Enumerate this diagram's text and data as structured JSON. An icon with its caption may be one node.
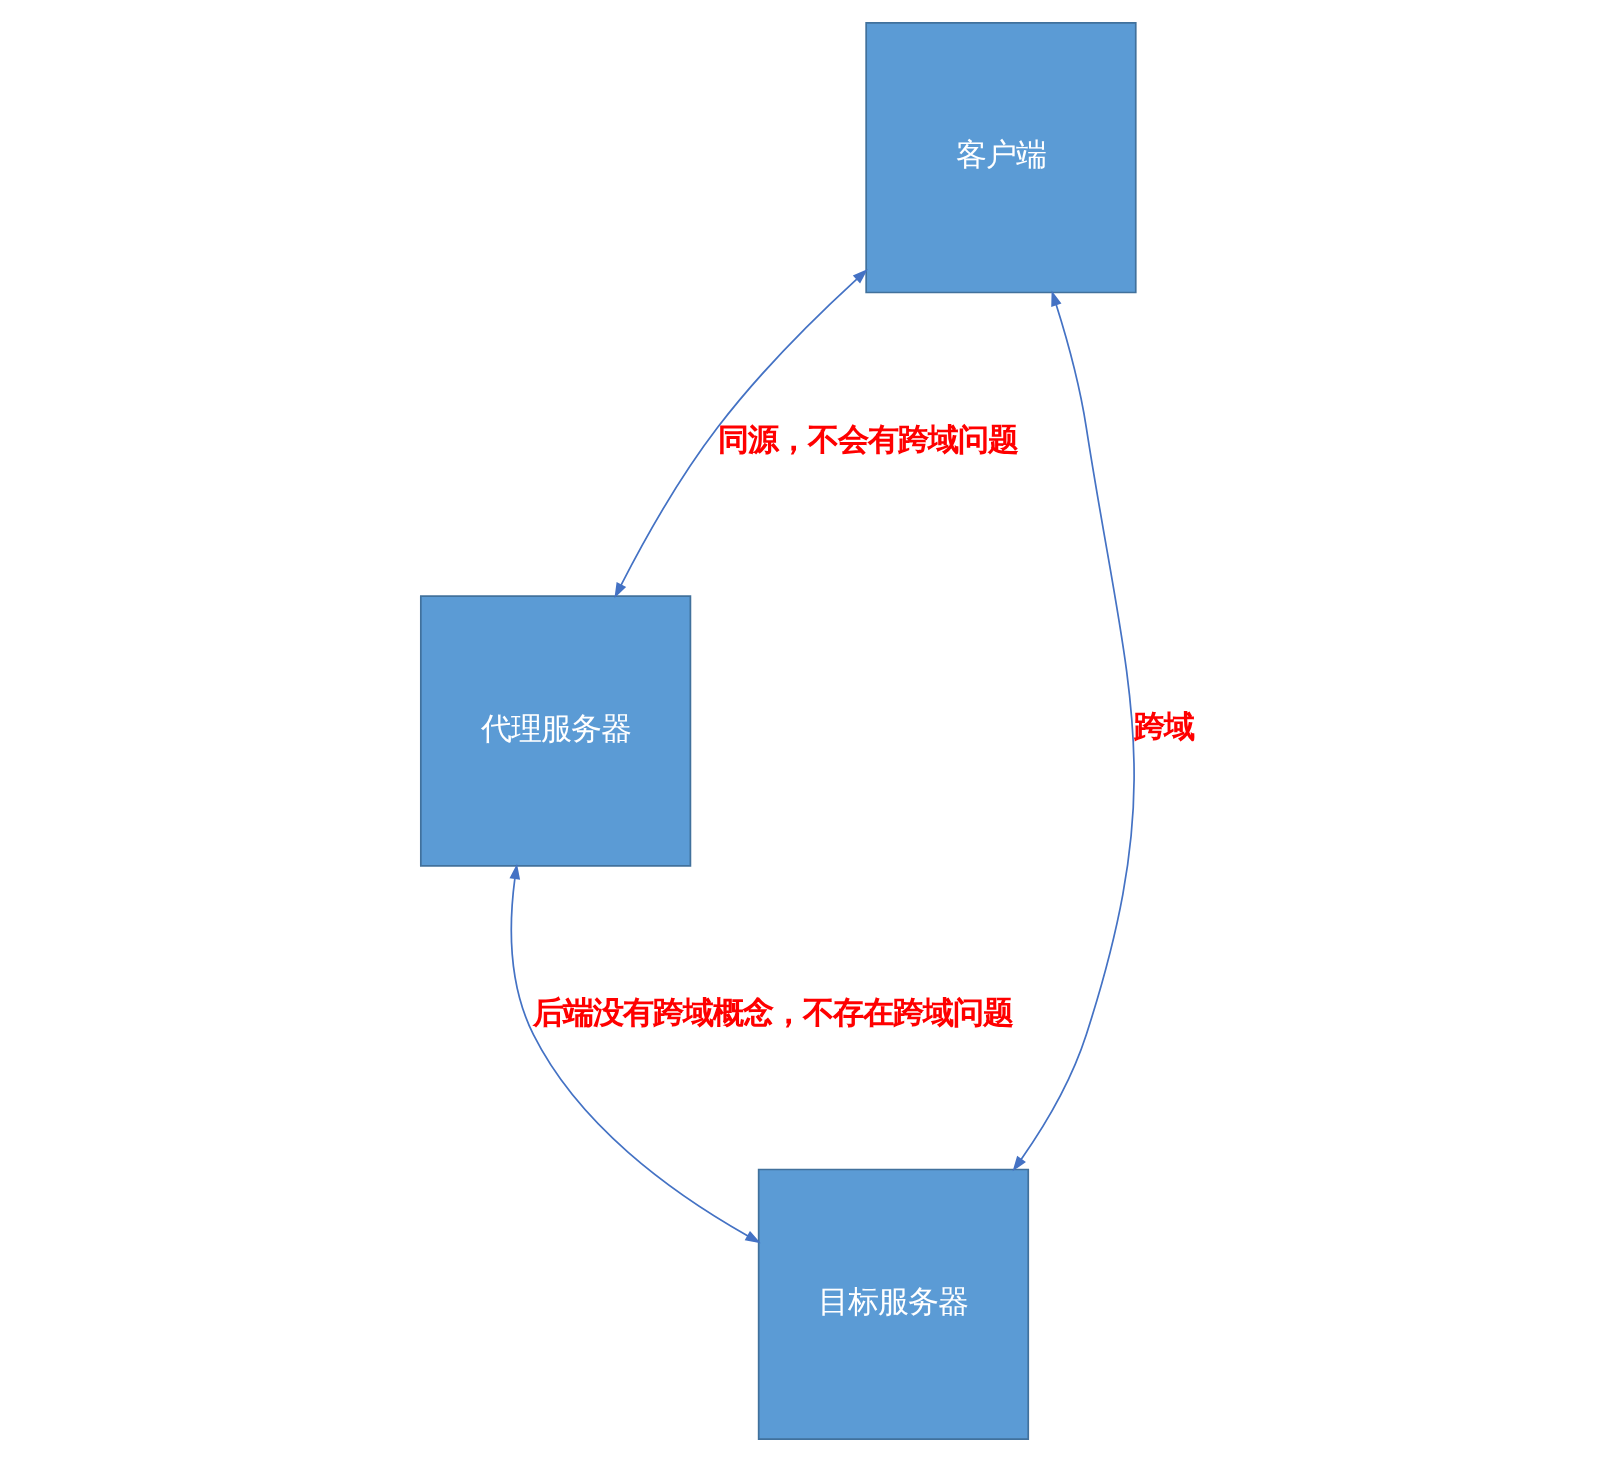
{
  "diagram": {
    "nodes": [
      {
        "text": [
          "客户端"
        ]
      },
      {
        "text": [
          "代理服务器"
        ]
      },
      {
        "text": [
          "目标服务器"
        ]
      }
    ],
    "edges": [
      {
        "from": 0,
        "to": 1,
        "arrow": "both",
        "label": "同源，不会有跨域问题"
      },
      {
        "from": 0,
        "to": 2,
        "arrow": "both",
        "label": "跨域"
      },
      {
        "from": 1,
        "to": 2,
        "arrow": "both",
        "label": "后端没有跨域概念，不存在跨域问题"
      }
    ]
  }
}
